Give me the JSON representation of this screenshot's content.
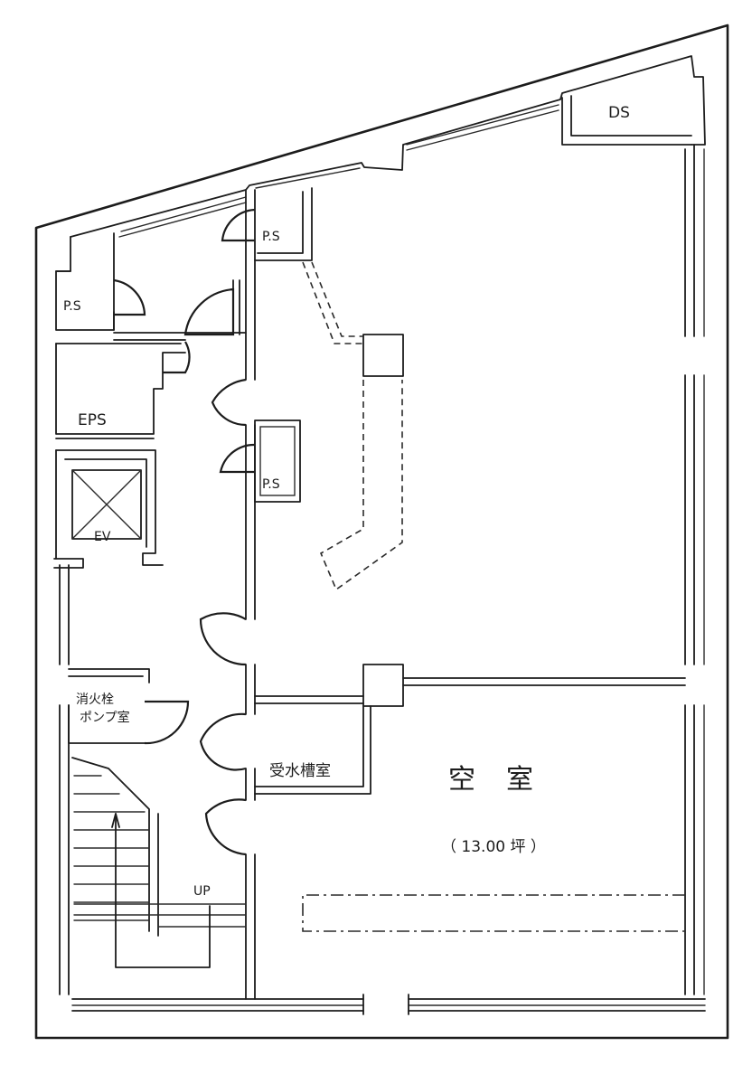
{
  "labels": {
    "ds": "DS",
    "ps_top": "P.S",
    "ps_left": "P.S",
    "ps_center": "P.S",
    "eps": "EPS",
    "ev": "EV",
    "fire_pump_line1": "消火栓",
    "fire_pump_line2": "ポンプ室",
    "water_tank": "受水槽室",
    "vacant_room": "空　室",
    "area": "（ 13.00 坪 ）",
    "up": "UP"
  }
}
